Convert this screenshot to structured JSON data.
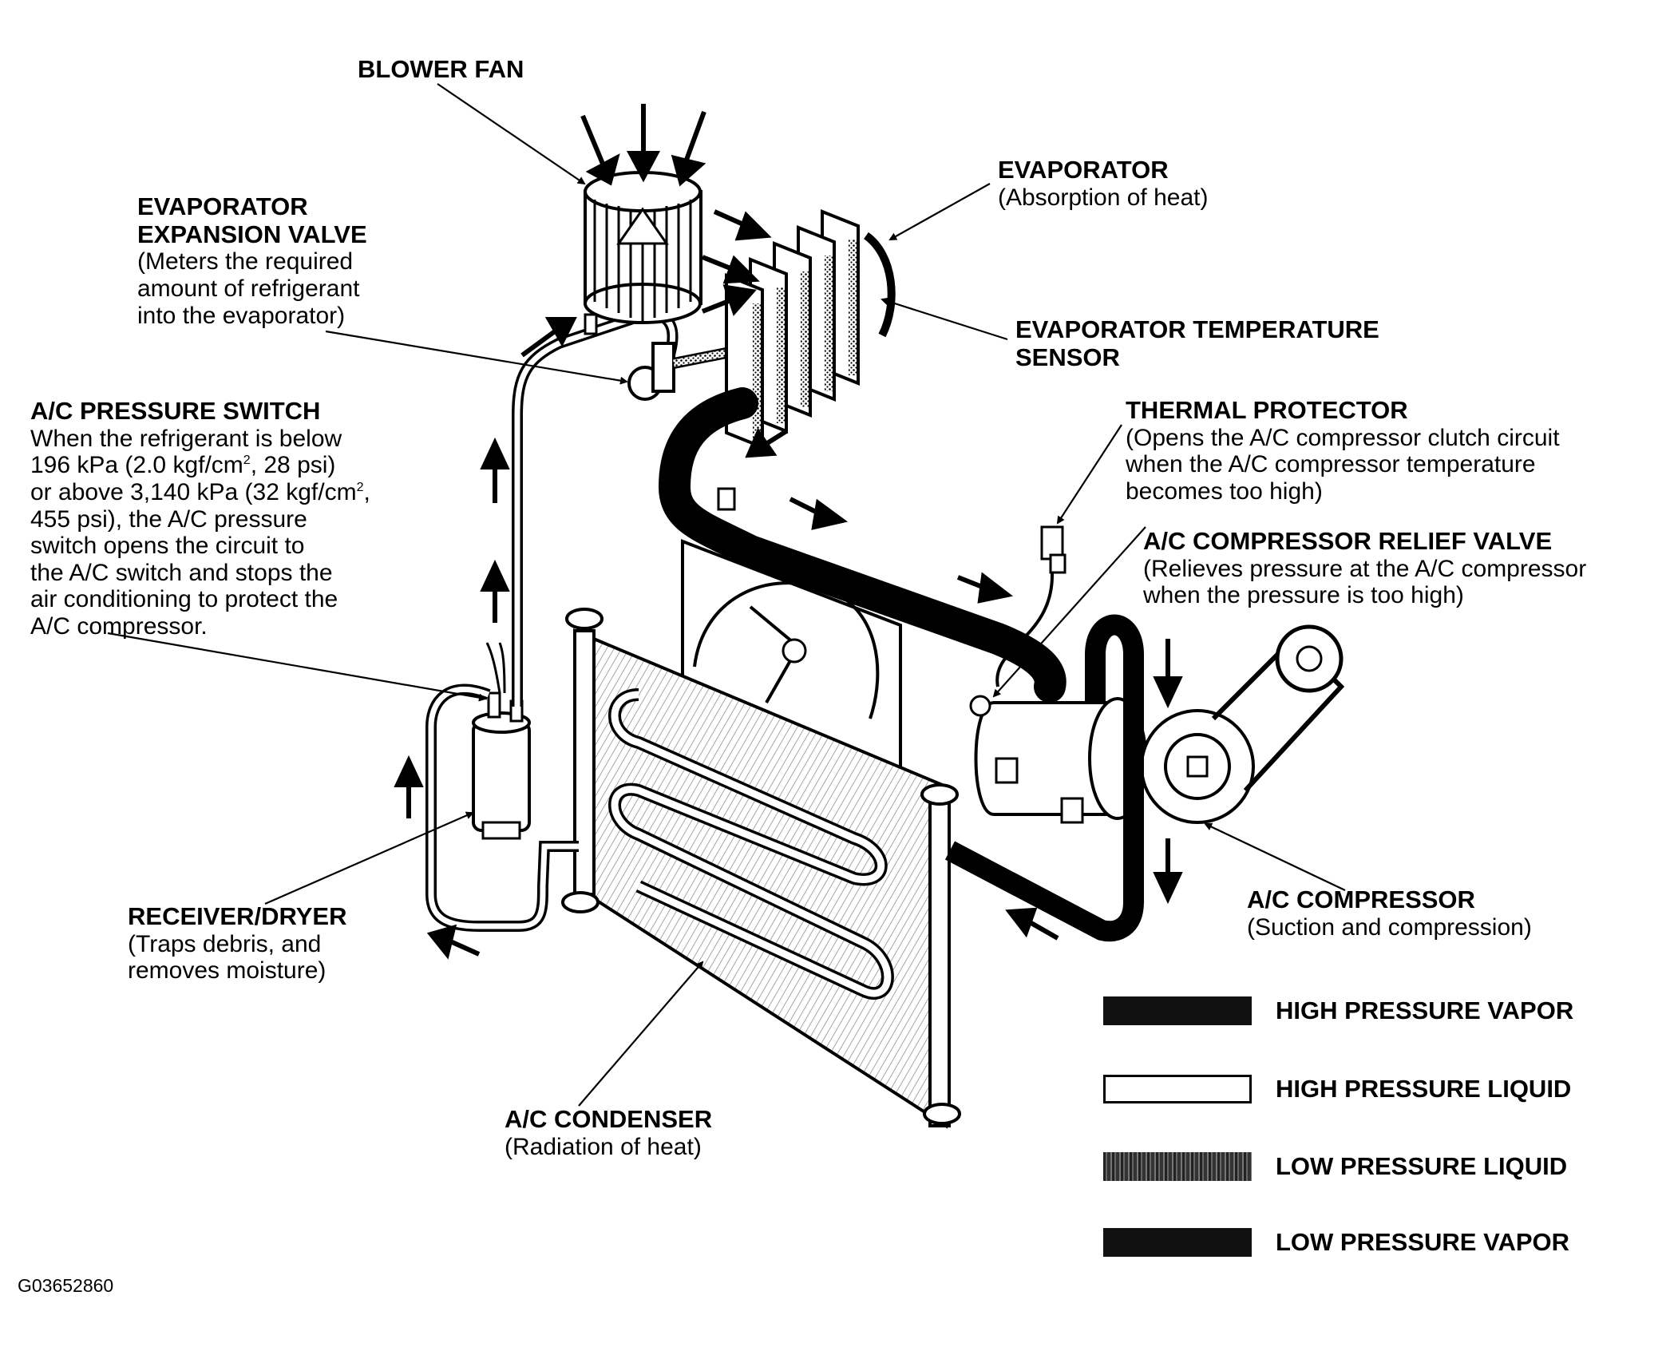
{
  "labels": {
    "blower_fan": {
      "title": "BLOWER FAN"
    },
    "evaporator": {
      "title": "EVAPORATOR",
      "desc": "(Absorption of heat)"
    },
    "expansion_valve": {
      "title1": "EVAPORATOR",
      "title2": "EXPANSION VALVE",
      "desc1": "(Meters the required",
      "desc2": "amount of refrigerant",
      "desc3": "into the evaporator)"
    },
    "temp_sensor": {
      "title1": "EVAPORATOR TEMPERATURE",
      "title2": "SENSOR"
    },
    "pressure_switch": {
      "title": "A/C PRESSURE SWITCH",
      "l1": "When the refrigerant is below",
      "l2a": "196 kPa (2.0 kgf/cm",
      "l2b": "2",
      "l2c": ", 28 psi)",
      "l3a": "or above 3,140 kPa (32 kgf/cm",
      "l3b": "2",
      "l3c": ",",
      "l4": "455 psi), the A/C pressure",
      "l5": "switch opens the circuit to",
      "l6": "the A/C switch and stops the",
      "l7": "air conditioning to protect the",
      "l8": "A/C compressor."
    },
    "thermal_protector": {
      "title": "THERMAL PROTECTOR",
      "d1": "(Opens the A/C compressor clutch circuit",
      "d2": "when the A/C compressor temperature",
      "d3": "becomes too high)"
    },
    "relief_valve": {
      "title": "A/C COMPRESSOR RELIEF VALVE",
      "d1": "(Relieves pressure at the A/C compressor",
      "d2": "when the pressure is too high)"
    },
    "compressor": {
      "title": "A/C COMPRESSOR",
      "desc": "(Suction and compression)"
    },
    "receiver_dryer": {
      "title": "RECEIVER/DRYER",
      "d1": "(Traps debris, and",
      "d2": "removes moisture)"
    },
    "condenser": {
      "title": "A/C CONDENSER",
      "desc": "(Radiation of heat)"
    }
  },
  "legend": [
    {
      "label": "HIGH PRESSURE VAPOR",
      "color": "#111111"
    },
    {
      "label": "HIGH PRESSURE LIQUID",
      "color": "#ffffff"
    },
    {
      "label": "LOW PRESSURE LIQUID",
      "color": "#555555"
    },
    {
      "label": "LOW PRESSURE VAPOR",
      "color": "#111111"
    }
  ],
  "figure_id": "G03652860"
}
